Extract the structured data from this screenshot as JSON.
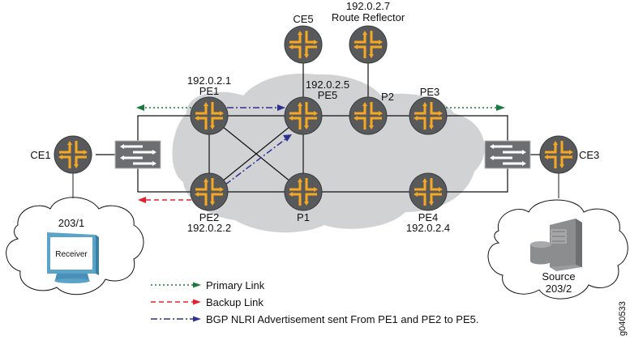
{
  "diagram": {
    "colors": {
      "router_body": "#58595b",
      "router_arrow": "#f7a823",
      "cloud_gray": "#d1d2d4",
      "switch_body": "#6d6e71",
      "primary_link": "#1a7a3e",
      "backup_link": "#e3202b",
      "bgp_link": "#2e3192",
      "monitor": "#5ba4c9",
      "server": "#8c8d8f"
    },
    "routers": {
      "pe1": {
        "name": "PE1",
        "ip": "192.0.2.1"
      },
      "pe2": {
        "name": "PE2",
        "ip": "192.0.2.2"
      },
      "pe3": {
        "name": "PE3"
      },
      "pe4": {
        "name": "PE4",
        "ip": "192.0.2.4"
      },
      "pe5": {
        "name": "PE5",
        "ip": "192.0.2.5"
      },
      "p1": {
        "name": "P1"
      },
      "p2": {
        "name": "P2"
      },
      "ce1": {
        "name": "CE1"
      },
      "ce3": {
        "name": "CE3"
      },
      "ce5": {
        "name": "CE5"
      },
      "rr": {
        "name": "Route Reflector",
        "ip": "192.0.2.7"
      }
    },
    "sites": {
      "receiver": {
        "prefix": "203/1",
        "device": "Receiver"
      },
      "source": {
        "prefix": "203/2",
        "device": "Source"
      }
    },
    "legend": [
      {
        "style": "dotted",
        "color": "#1a7a3e",
        "label": "Primary Link"
      },
      {
        "style": "dashed",
        "color": "#e3202b",
        "label": "Backup Link"
      },
      {
        "style": "dash-dot",
        "color": "#2e3192",
        "label": "BGP NLRI Advertisement sent From PE1 and PE2 to PE5."
      }
    ],
    "figure_id": "g040533"
  }
}
